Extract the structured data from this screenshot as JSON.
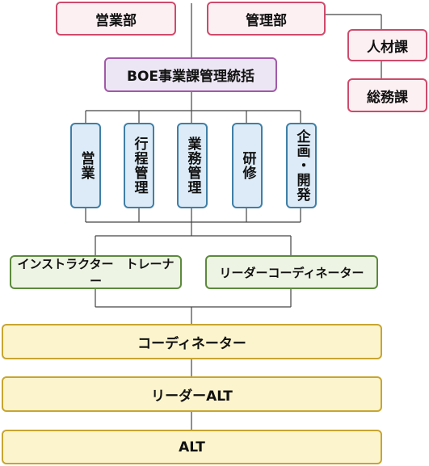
{
  "org": {
    "top": {
      "sales_dept": "営業部",
      "admin_dept": "管理部"
    },
    "admin_sub": {
      "hr": "人材課",
      "general_affairs": "総務課"
    },
    "boe": "BOE事業課管理統括",
    "units": [
      "営業",
      "行程管理",
      "業務管理",
      "研修",
      "企画・開発"
    ],
    "roles": {
      "instructor_trainer": "インストラクター　トレーナー",
      "leader_coordinator": "リーダーコーディネーター"
    },
    "levels": {
      "coordinator": "コーディネーター",
      "leader_alt": "リーダーALT",
      "alt": "ALT"
    }
  }
}
